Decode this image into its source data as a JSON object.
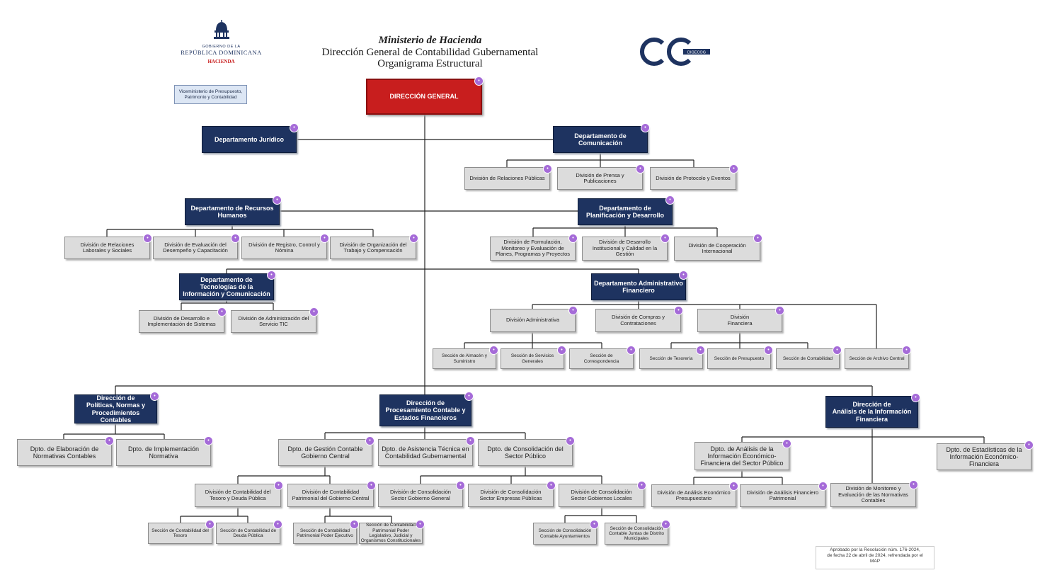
{
  "header": {
    "ministry": "Ministerio de Hacienda",
    "directorate": "Dirección General de Contabilidad Gubernamental",
    "chart_title": "Organigrama Estructural"
  },
  "logo_left": {
    "line1": "GOBIERNO DE LA",
    "line2": "REPÚBLICA DOMINICANA",
    "line3": "HACIENDA"
  },
  "logo_right": {
    "text": "DIGECOG"
  },
  "colors": {
    "dark_box": "#1e3360",
    "red_box": "#c81e1e",
    "gray_box": "#dcdcdc",
    "marker": "#a56bd8",
    "line": "#222222"
  },
  "marker_symbol": "•",
  "approval_note": "Aprobado por la Resolución núm. 176-2024,\nde fecha 22 de abril de 2024, refrendada por el\nMAP",
  "units": [
    {
      "id": "vice",
      "label": "Viceministerio de Presupuesto,\nPatrimonio y Contabilidad",
      "style": "lblue"
    },
    {
      "id": "dg",
      "label": "DIRECCIÓN GENERAL",
      "style": "red",
      "mark": true
    },
    {
      "id": "jur",
      "label": "Departamento Jurídico",
      "style": "dark",
      "mark": true
    },
    {
      "id": "com",
      "label": "Departamento de\nComunicación",
      "style": "dark",
      "mark": true
    },
    {
      "id": "com1",
      "label": "División de Relaciones Públicas",
      "style": "gray",
      "mark": true
    },
    {
      "id": "com2",
      "label": "División de Prensa y\nPublicaciones",
      "style": "gray",
      "mark": true
    },
    {
      "id": "com3",
      "label": "División de Protocolo y Eventos",
      "style": "gray",
      "mark": true
    },
    {
      "id": "rrhh",
      "label": "Departamento de Recursos\nHumanos",
      "style": "dark",
      "mark": true
    },
    {
      "id": "rrhh1",
      "label": "División de Relaciones\nLaborales y Sociales",
      "style": "gray",
      "mark": true
    },
    {
      "id": "rrhh2",
      "label": "División de Evaluación del\nDesempeño y Capacitación",
      "style": "gray",
      "mark": true
    },
    {
      "id": "rrhh3",
      "label": "División de Registro, Control y\nNómina",
      "style": "gray",
      "mark": true
    },
    {
      "id": "rrhh4",
      "label": "División de Organización del\nTrabajo y Compensación",
      "style": "gray",
      "mark": true
    },
    {
      "id": "plan",
      "label": "Departamento de\nPlanificación y Desarrollo",
      "style": "dark",
      "mark": true
    },
    {
      "id": "plan1",
      "label": "División de Formulación,\nMonitoreo y Evaluación de\nPlanes, Programas y Proyectos",
      "style": "gray",
      "mark": true
    },
    {
      "id": "plan2",
      "label": "División de Desarrollo\nInstitucional y Calidad en la\nGestión",
      "style": "gray",
      "mark": true
    },
    {
      "id": "plan3",
      "label": "División de Cooperación\nInternacional",
      "style": "gray",
      "mark": true
    },
    {
      "id": "tic",
      "label": "Departamento de\nTecnologías de la\nInformación y Comunicación",
      "style": "dark",
      "mark": true
    },
    {
      "id": "tic1",
      "label": "División de Desarrollo e\nImplementación de Sistemas",
      "style": "gray",
      "mark": true
    },
    {
      "id": "tic2",
      "label": "División de Administración del\nServicio TIC",
      "style": "gray",
      "mark": true
    },
    {
      "id": "adm",
      "label": "Departamento Administrativo\nFinanciero",
      "style": "dark",
      "mark": true
    },
    {
      "id": "adm1",
      "label": "División Administrativa",
      "style": "gray",
      "mark": true
    },
    {
      "id": "adm2",
      "label": "División de Compras y\nContrataciones",
      "style": "gray",
      "mark": true
    },
    {
      "id": "adm3",
      "label": "División\nFinanciera",
      "style": "gray",
      "mark": true
    },
    {
      "id": "s1",
      "label": "Sección de Almacén y\nSuministro",
      "style": "gray small",
      "mark": true
    },
    {
      "id": "s2",
      "label": "Sección de Servicios\nGenerales",
      "style": "gray small",
      "mark": true
    },
    {
      "id": "s3",
      "label": "Sección de\nCorrespondencia",
      "style": "gray small",
      "mark": true
    },
    {
      "id": "s4",
      "label": "Sección de Tesorería",
      "style": "gray small",
      "mark": true
    },
    {
      "id": "s5",
      "label": "Sección de Presupuesto",
      "style": "gray small",
      "mark": true
    },
    {
      "id": "s6",
      "label": "Sección de Contabilidad",
      "style": "gray small",
      "mark": true
    },
    {
      "id": "s7",
      "label": "Sección de Archivo Central",
      "style": "gray small",
      "mark": true
    },
    {
      "id": "pol",
      "label": "Dirección de\nPolíticas, Normas y\nProcedimientos\nContables",
      "style": "dark",
      "mark": true
    },
    {
      "id": "pol1",
      "label": "Dpto. de Elaboración de\nNormativas Contables",
      "style": "gray big",
      "mark": true
    },
    {
      "id": "pol2",
      "label": "Dpto. de Implementación\nNormativa",
      "style": "gray big",
      "mark": true
    },
    {
      "id": "proc",
      "label": "Dirección de\nProcesamiento Contable y\nEstados Financieros",
      "style": "dark",
      "mark": true
    },
    {
      "id": "gc",
      "label": "Dpto. de Gestión Contable\nGobierno Central",
      "style": "gray big",
      "mark": true
    },
    {
      "id": "at",
      "label": "Dpto. de Asistencia Técnica en\nContabilidad Gubernamental",
      "style": "gray big",
      "mark": true
    },
    {
      "id": "cons",
      "label": "Dpto. de Consolidación del\nSector Público",
      "style": "gray big",
      "mark": true
    },
    {
      "id": "gc1",
      "label": "División de Contabilidad del\nTesoro y Deuda Pública",
      "style": "gray",
      "mark": true
    },
    {
      "id": "gc2",
      "label": "División de Contabilidad\nPatrimonial del Gobierno Central",
      "style": "gray",
      "mark": true
    },
    {
      "id": "cons1",
      "label": "División de Consolidación\nSector Gobierno General",
      "style": "gray",
      "mark": true
    },
    {
      "id": "cons2",
      "label": "División de Consolidación\nSector Empresas Públicas",
      "style": "gray",
      "mark": true
    },
    {
      "id": "cons3",
      "label": "División de Consolidación\nSector Gobiernos Locales",
      "style": "gray",
      "mark": true
    },
    {
      "id": "gs1",
      "label": "Sección de Contabilidad del\nTesoro",
      "style": "gray small",
      "mark": true
    },
    {
      "id": "gs2",
      "label": "Sección de Contabilidad de\nDeuda Pública",
      "style": "gray small",
      "mark": true
    },
    {
      "id": "gs3",
      "label": "Sección de Contabilidad\nPatrimonial Poder Ejecutivo",
      "style": "gray small",
      "mark": true
    },
    {
      "id": "gs4",
      "label": "Sección de Contabilidad\nPatrimonial Poder\nLegislativo, Judicial y\nOrganismos Constitucionales",
      "style": "gray small",
      "mark": true
    },
    {
      "id": "cs1",
      "label": "Sección de Consolidación\nContable Ayuntamientos",
      "style": "gray small",
      "mark": true
    },
    {
      "id": "cs2",
      "label": "Sección de Consolidación\nContable Juntas de Distrito\nMunicipales",
      "style": "gray small",
      "mark": true
    },
    {
      "id": "ana",
      "label": "Dirección de\nAnálisis de la Información\nFinanciera",
      "style": "dark",
      "mark": true
    },
    {
      "id": "ana1",
      "label": "Dpto. de Análisis de la\nInformación Económico-\nFinanciera del Sector Público",
      "style": "gray big",
      "mark": true
    },
    {
      "id": "ana2",
      "label": "Dpto. de Estadísticas de la\nInformación Económico-\nFinanciera",
      "style": "gray big",
      "mark": true
    },
    {
      "id": "ana3",
      "label": "División de Monitoreo y\nEvaluación de las Normativas\nContables",
      "style": "gray",
      "mark": true
    },
    {
      "id": "ana11",
      "label": "División de Análisis Económico\nPresupuestario",
      "style": "gray",
      "mark": true
    },
    {
      "id": "ana12",
      "label": "División de Análisis Financiero\nPatrimonial",
      "style": "gray",
      "mark": true
    }
  ]
}
